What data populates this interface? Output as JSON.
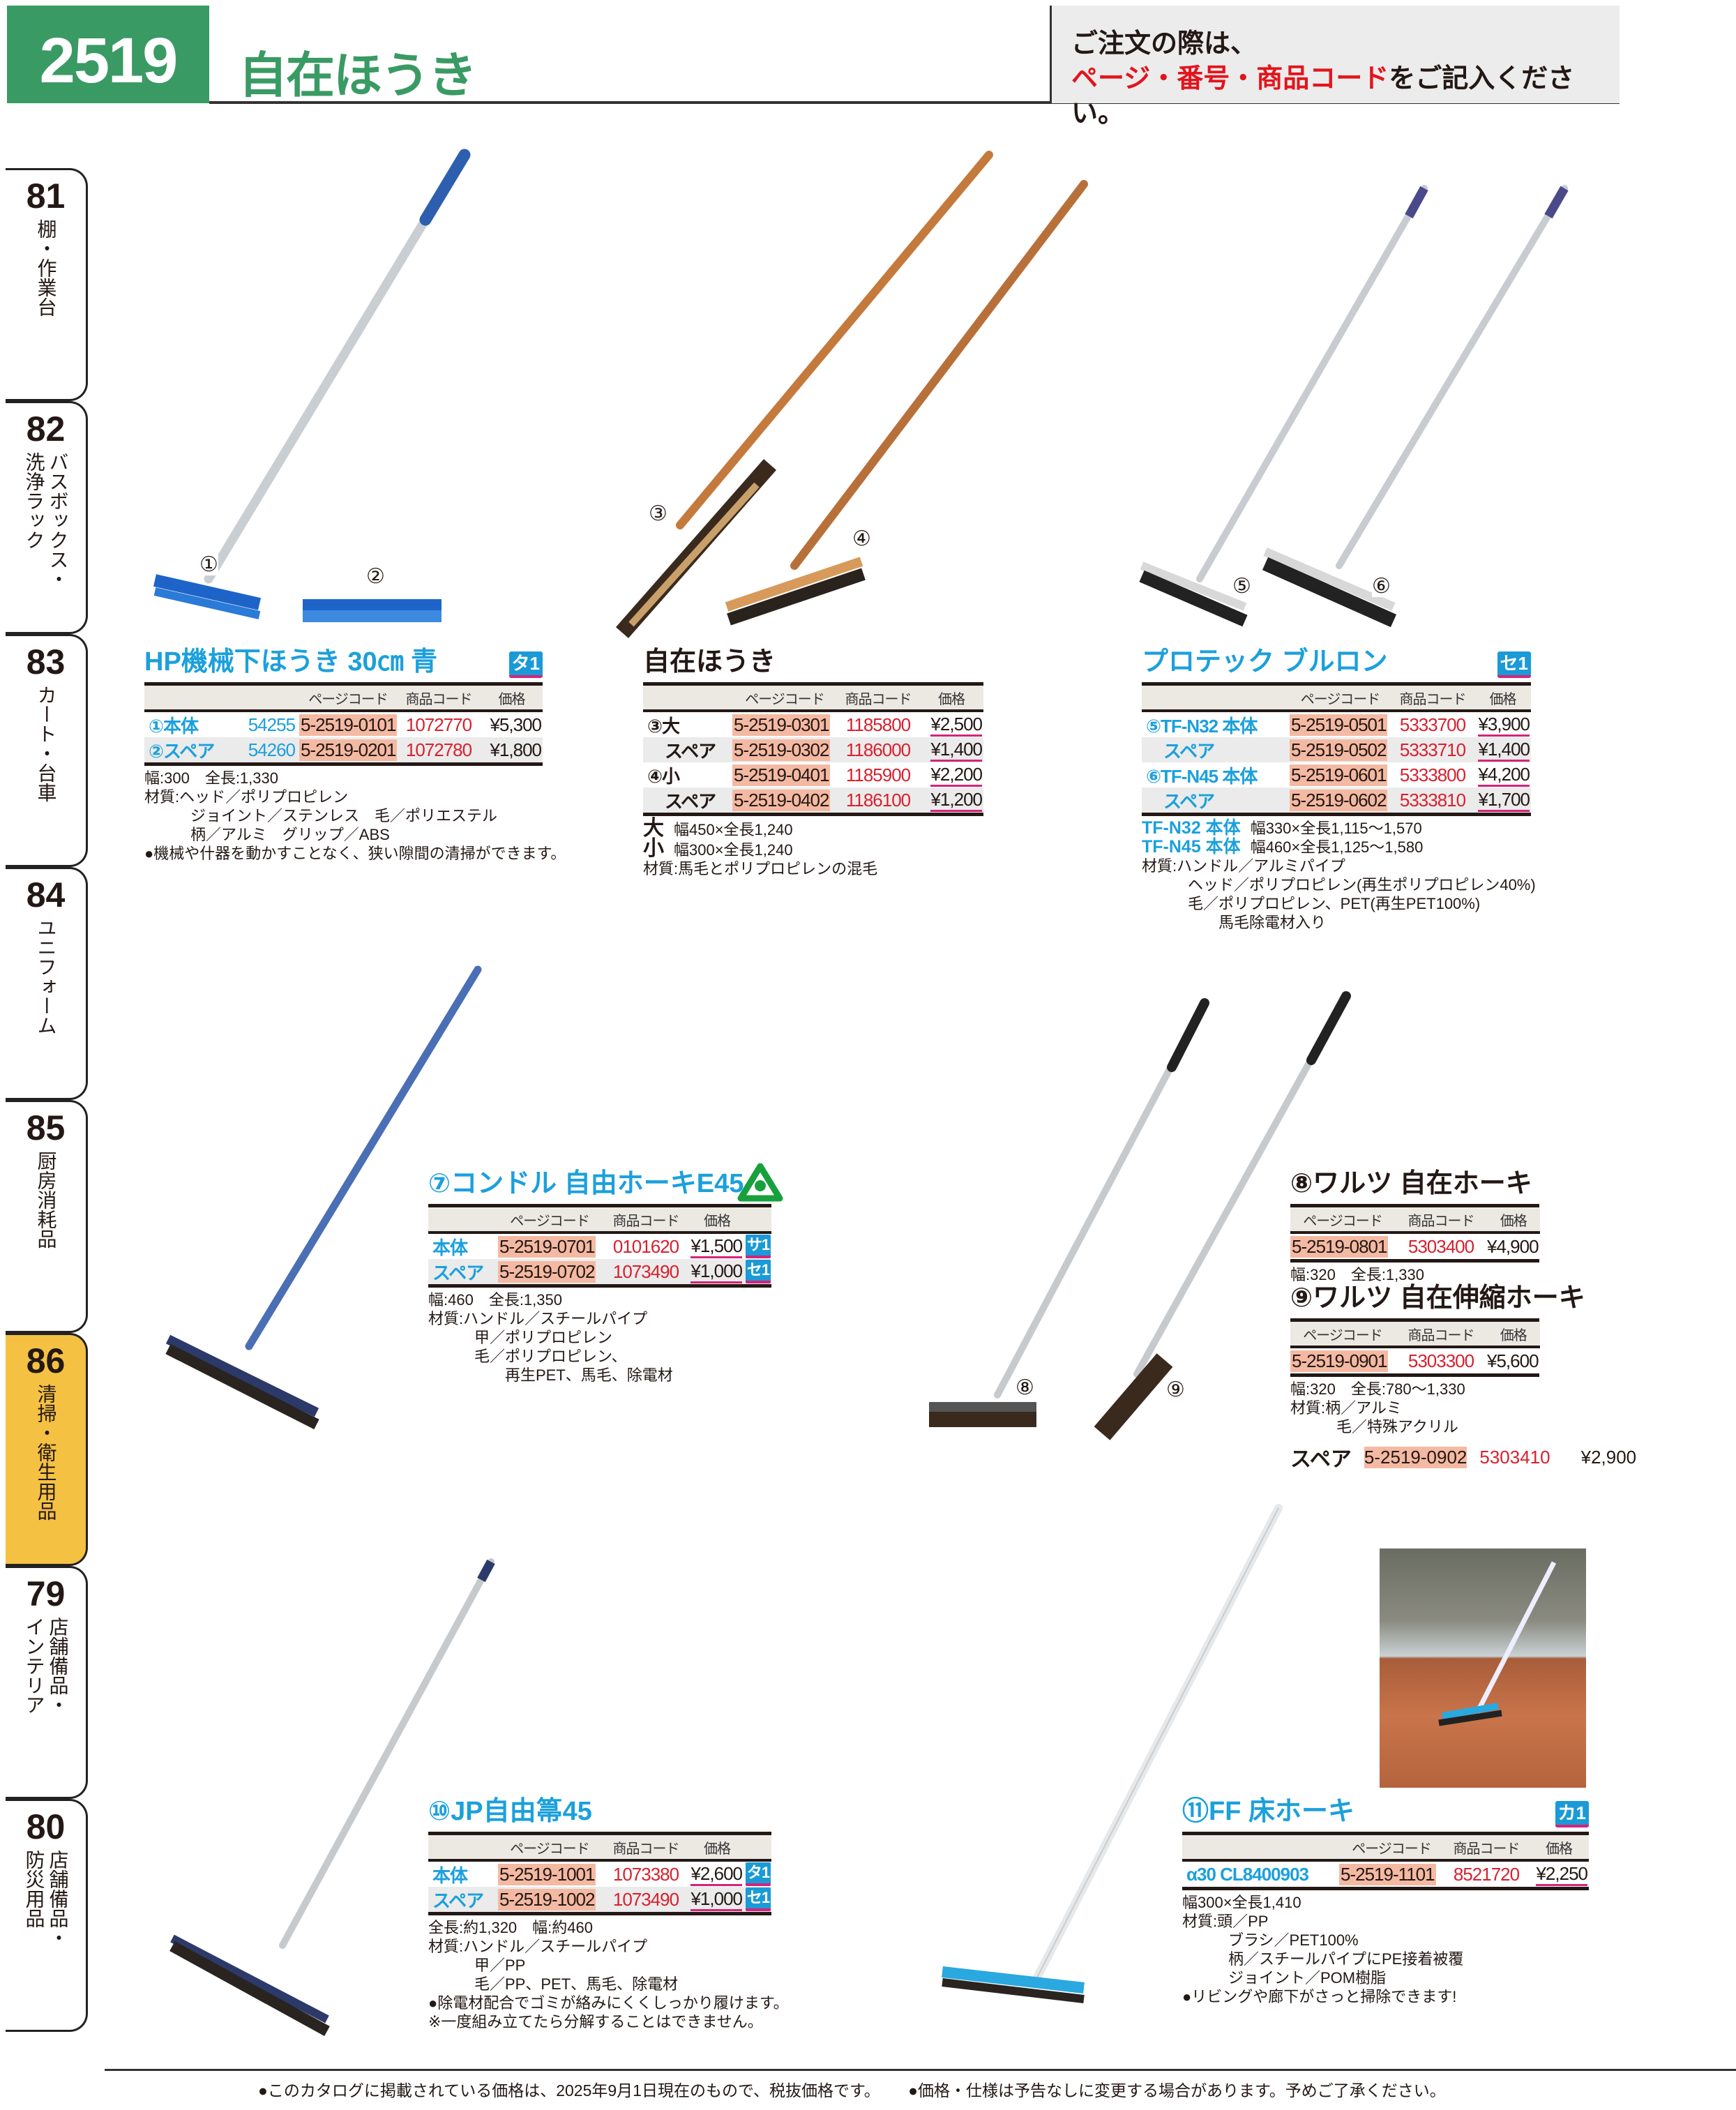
{
  "header": {
    "page_number": "2519",
    "title": "自在ほうき",
    "note_line1": "ご注文の際は、",
    "note_line2_red": "ページ・番号・商品コード",
    "note_line2_rest": "をご記入ください。"
  },
  "side_tabs": [
    {
      "number": "81",
      "label": "棚・作業台"
    },
    {
      "number": "82",
      "label": "バスボックス・\n洗浄ラック"
    },
    {
      "number": "83",
      "label": "カート・台車"
    },
    {
      "number": "84",
      "label": "ユニフォーム"
    },
    {
      "number": "85",
      "label": "厨房消耗品"
    },
    {
      "number": "86",
      "label": "清掃・衛生用品",
      "active": true
    },
    {
      "number": "79",
      "label": "店舗備品・\nインテリア"
    },
    {
      "number": "80",
      "label": "店舗備品・\n防災用品"
    }
  ],
  "table_headers": [
    "ページコード",
    "商品コード",
    "価格"
  ],
  "accent_colors": {
    "green": "#3a9a64",
    "blue": "#1ba0dc",
    "red": "#d8202e",
    "tab_active": "#f4c143"
  },
  "illustration_labels": [
    "①",
    "②",
    "③",
    "④",
    "⑤",
    "⑥",
    "⑧",
    "⑨"
  ],
  "green_mark_logo": "グリーンマーク",
  "products": [
    {
      "title": "HP機械下ほうき 30㎝ 青",
      "badge": "タ1",
      "rows": [
        {
          "label": "①本体",
          "model": "54255",
          "page_code": "5-2519-0101",
          "product_code": "1072770",
          "price": "¥5,300"
        },
        {
          "label": "②スペア",
          "model": "54260",
          "page_code": "5-2519-0201",
          "product_code": "1072780",
          "price": "¥1,800"
        }
      ],
      "specs": [
        {
          "text": "幅:300　全長:1,330"
        },
        {
          "text": "材質:ヘッド／ポリプロピレン"
        },
        {
          "text": "　　　ジョイント／ステンレス　毛／ポリエステル"
        },
        {
          "text": "　　　柄／アルミ　グリップ／ABS"
        },
        {
          "text": "●機械や什器を動かすことなく、狭い隙間の清掃ができます。"
        }
      ]
    },
    {
      "title": "自在ほうき",
      "rows": [
        {
          "label": "③大",
          "page_code": "5-2519-0301",
          "product_code": "1185800",
          "price": "¥2,500"
        },
        {
          "label": "　スペア",
          "page_code": "5-2519-0302",
          "product_code": "1186000",
          "price": "¥1,400"
        },
        {
          "label": "④小",
          "page_code": "5-2519-0401",
          "product_code": "1185900",
          "price": "¥2,200"
        },
        {
          "label": "　スペア",
          "page_code": "5-2519-0402",
          "product_code": "1186100",
          "price": "¥1,200"
        }
      ],
      "specs": [
        {
          "label": "大",
          "text": "幅450×全長1,240"
        },
        {
          "label": "小",
          "text": "幅300×全長1,240"
        },
        {
          "text": "材質:馬毛とポリプロピレンの混毛"
        }
      ]
    },
    {
      "title": "プロテック ブルロン",
      "badge": "セ1",
      "rows": [
        {
          "label": "⑤TF-N32 本体",
          "page_code": "5-2519-0501",
          "product_code": "5333700",
          "price": "¥3,900"
        },
        {
          "label": "　スペア",
          "page_code": "5-2519-0502",
          "product_code": "5333710",
          "price": "¥1,400"
        },
        {
          "label": "⑥TF-N45 本体",
          "page_code": "5-2519-0601",
          "product_code": "5333800",
          "price": "¥4,200"
        },
        {
          "label": "　スペア",
          "page_code": "5-2519-0602",
          "product_code": "5333810",
          "price": "¥1,700"
        }
      ],
      "specs": [
        {
          "label": "TF-N32 本体",
          "text": "幅330×全長1,115～1,570"
        },
        {
          "label": "TF-N45 本体",
          "text": "幅460×全長1,125～1,580"
        },
        {
          "text": "材質:ハンドル／アルミパイプ"
        },
        {
          "text": "　　　ヘッド／ポリプロピレン(再生ポリプロピレン40%)"
        },
        {
          "text": "　　　毛／ポリプロピレン、PET(再生PET100%)"
        },
        {
          "text": "　　　　　馬毛除電材入り"
        }
      ]
    },
    {
      "title": "⑦コンドル 自由ホーキE45",
      "rows": [
        {
          "label": "本体",
          "page_code": "5-2519-0701",
          "product_code": "0101620",
          "price": "¥1,500",
          "badge": "サ1"
        },
        {
          "label": "スペア",
          "page_code": "5-2519-0702",
          "product_code": "1073490",
          "price": "¥1,000",
          "badge": "セ1"
        }
      ],
      "specs": [
        {
          "text": "幅:460　全長:1,350"
        },
        {
          "text": "材質:ハンドル／スチールパイプ"
        },
        {
          "text": "　　　甲／ポリプロピレン"
        },
        {
          "text": "　　　毛／ポリプロピレン、"
        },
        {
          "text": "　　　　　再生PET、馬毛、除電材"
        }
      ]
    },
    {
      "title": "⑧ワルツ 自在ホーキ",
      "rows": [
        {
          "page_code": "5-2519-0801",
          "product_code": "5303400",
          "price": "¥4,900"
        }
      ],
      "specs": [
        {
          "text": "幅:320　全長:1,330"
        }
      ]
    },
    {
      "title": "⑨ワルツ 自在伸縮ホーキ",
      "rows": [
        {
          "page_code": "5-2519-0901",
          "product_code": "5303300",
          "price": "¥5,600"
        }
      ],
      "specs": [
        {
          "text": "幅:320　全長:780～1,330"
        },
        {
          "text": "材質:柄／アルミ"
        },
        {
          "text": "　　　毛／特殊アクリル"
        }
      ],
      "extra": {
        "label": "スペア",
        "page_code": "5-2519-0902",
        "product_code": "5303410",
        "price": "¥2,900"
      }
    },
    {
      "title": "⑩JP自由箒45",
      "rows": [
        {
          "label": "本体",
          "page_code": "5-2519-1001",
          "product_code": "1073380",
          "price": "¥2,600",
          "badge": "タ1"
        },
        {
          "label": "スペア",
          "page_code": "5-2519-1002",
          "product_code": "1073490",
          "price": "¥1,000",
          "badge": "セ1"
        }
      ],
      "specs": [
        {
          "text": "全長:約1,320　幅:約460"
        },
        {
          "text": "材質:ハンドル／スチールパイプ"
        },
        {
          "text": "　　　甲／PP"
        },
        {
          "text": "　　　毛／PP、PET、馬毛、除電材"
        },
        {
          "text": "●除電材配合でゴミが絡みにくくしっかり履けます。"
        },
        {
          "text": "※一度組み立てたら分解することはできません。"
        }
      ]
    },
    {
      "title": "⑪FF 床ホーキ",
      "badge": "カ1",
      "rows": [
        {
          "label": "α30 CL8400903",
          "page_code": "5-2519-1101",
          "product_code": "8521720",
          "price": "¥2,250"
        }
      ],
      "specs": [
        {
          "text": "幅300×全長1,410"
        },
        {
          "text": "材質:頭／PP"
        },
        {
          "text": "　　　ブラシ／PET100%"
        },
        {
          "text": "　　　柄／スチールパイプにPE接着被覆"
        },
        {
          "text": "　　　ジョイント／POM樹脂"
        },
        {
          "text": "●リビングや廊下がさっと掃除できます!"
        }
      ]
    }
  ],
  "footer": {
    "note1": "●このカタログに掲載されている価格は、2025年9月1日現在のもので、税抜価格です。",
    "note2": "●価格・仕様は予告なしに変更する場合があります。予めご了承ください。"
  }
}
